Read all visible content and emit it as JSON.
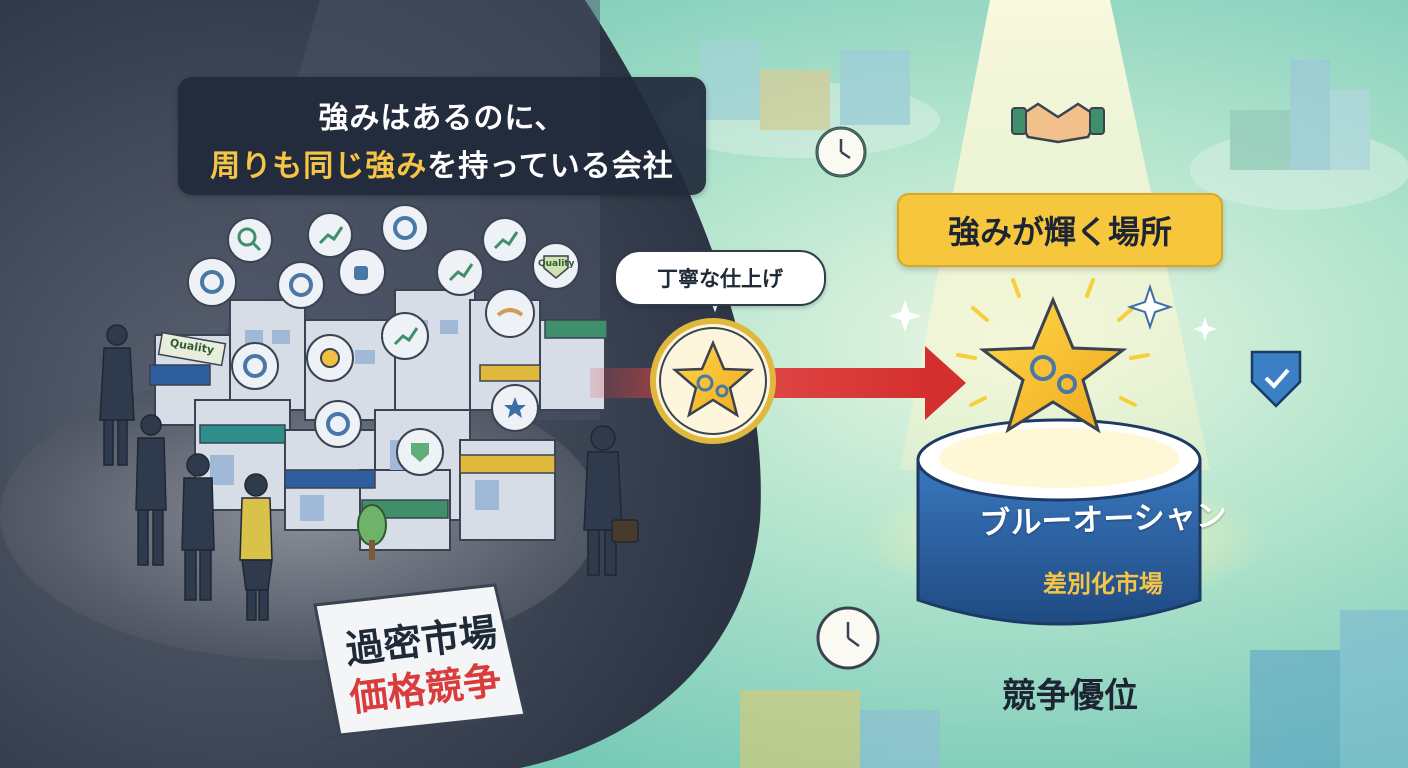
{
  "headline": {
    "line1": "強みはあるのに、",
    "line2_highlight": "周りも同じ強み",
    "line2_rest": "を持っている会社"
  },
  "bubble": {
    "text": "丁寧な仕上げ"
  },
  "banner": {
    "text": "強みが輝く場所"
  },
  "pedestal": {
    "title": "ブルーオーシャン",
    "subtitle": "差別化市場"
  },
  "advantage": {
    "text": "競争優位"
  },
  "sign": {
    "line1": "過密市場",
    "line2": "価格競争"
  },
  "quality_badges": [
    "Quality",
    "Quality"
  ],
  "icons": [
    "gear-icon",
    "magnifier-icon",
    "growth-arrow-icon",
    "thumbs-up-icon",
    "handshake-icon",
    "shield-check-icon",
    "clock-icon",
    "star-icon",
    "sparkle-icon"
  ],
  "colors": {
    "dark_market": "#3b4556",
    "ocean": "#7fcfba",
    "accent_yellow": "#f6c63c",
    "arrow_red": "#d83c3c",
    "pedestal_blue": "#2a5c9c",
    "highlight_text": "#f7c545"
  }
}
